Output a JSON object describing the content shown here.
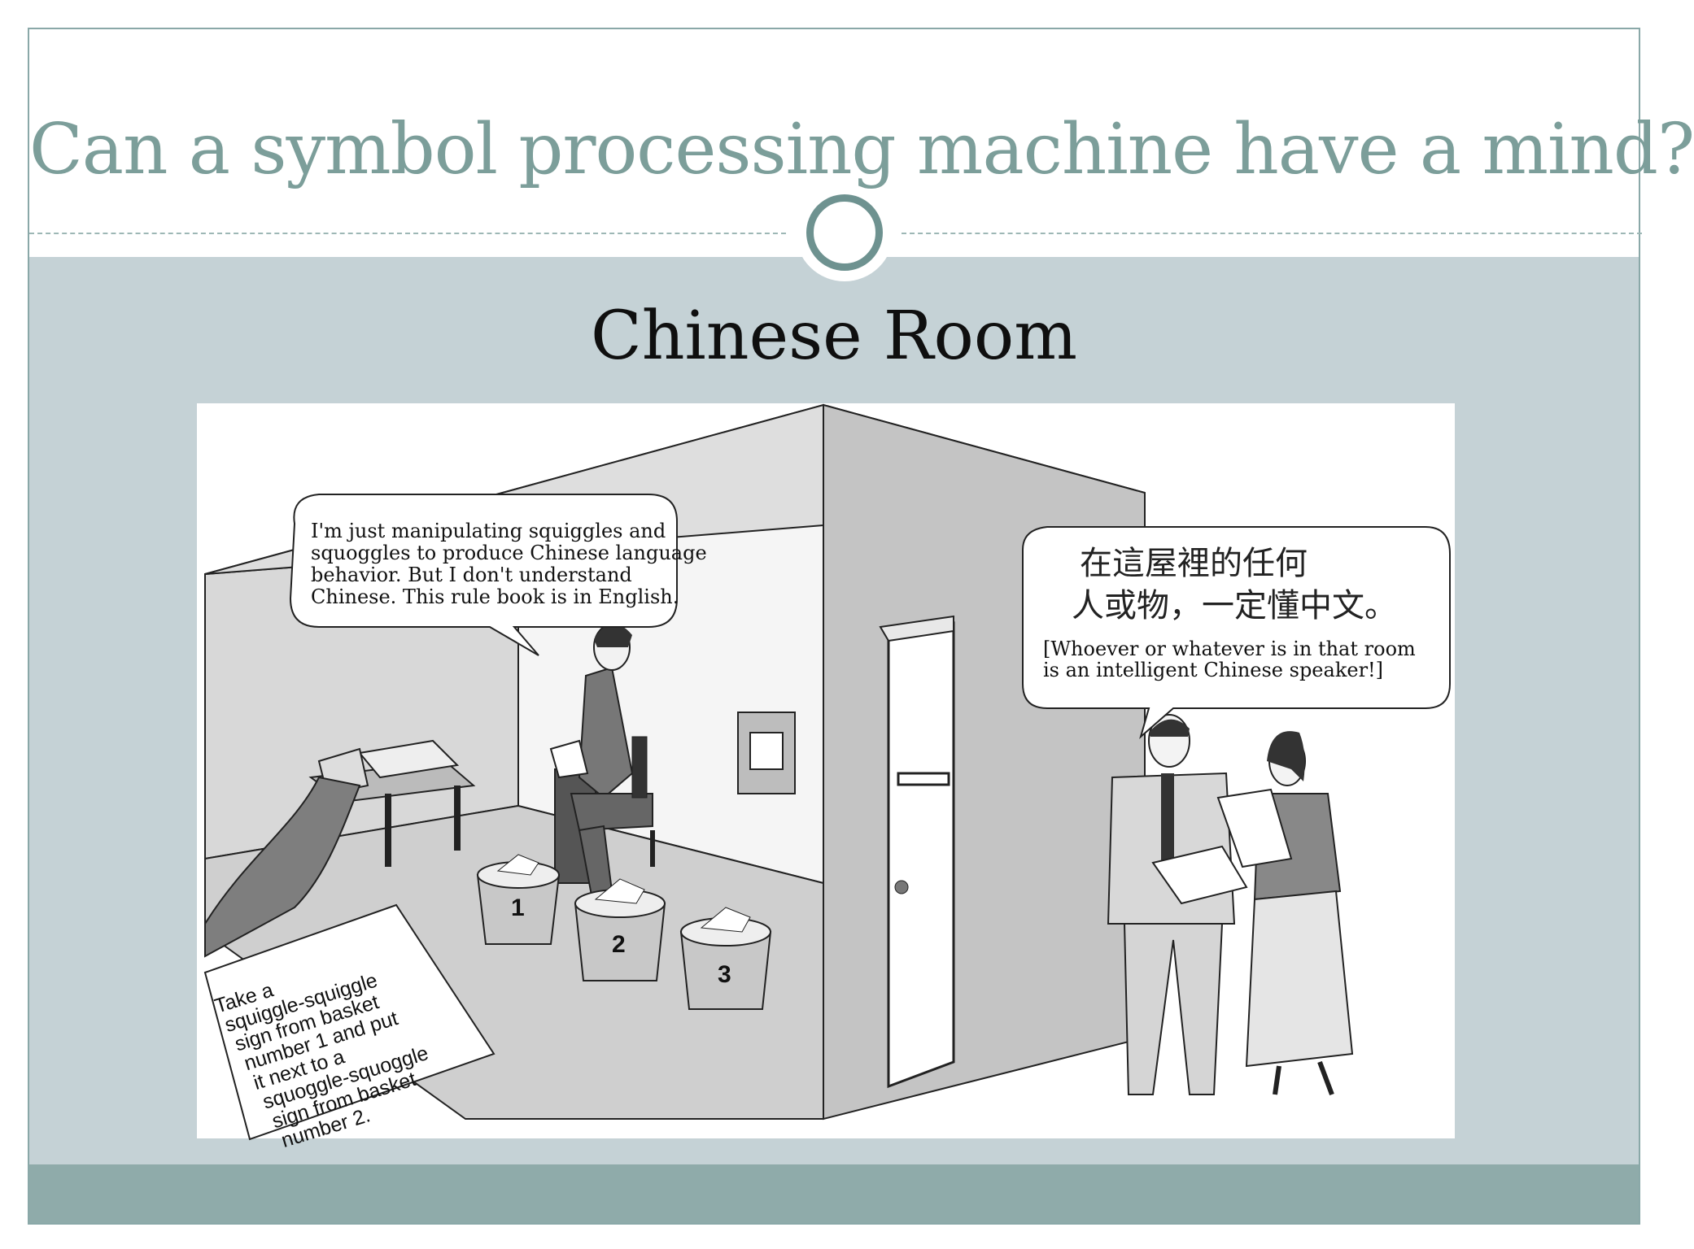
{
  "slide": {
    "title": "Can a symbol processing machine have a mind?",
    "subtitle": "Chinese Room"
  },
  "illustration": {
    "man_speech": [
      "I'm just manipulating squiggles and",
      "squoggles to produce Chinese language",
      "behavior.  But I don't understand",
      "Chinese.  This rule book is in English."
    ],
    "observer_speech_chinese": [
      "在這屋裡的任何",
      "人或物，一定懂中文。"
    ],
    "observer_speech_english": [
      "[Whoever or whatever is in that room",
      "is an intelligent Chinese speaker!]"
    ],
    "rule_card": [
      "Take a",
      "squiggle-squiggle",
      "sign from basket",
      "number 1 and put",
      "it next to a",
      "squoggle-squoggle",
      "sign from basket",
      "number 2."
    ],
    "baskets": [
      "1",
      "2",
      "3"
    ],
    "colors": {
      "title": "#7c9e9a",
      "content_bg": "#c5d2d6",
      "footer": "#8fabaa",
      "ornament": "#6e9290"
    }
  }
}
